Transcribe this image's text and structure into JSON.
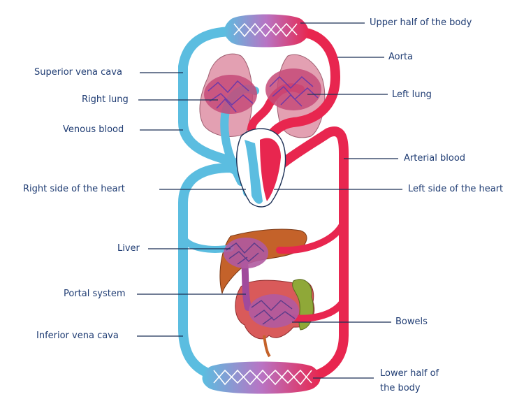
{
  "diagram": {
    "labels": {
      "upper_body": "Upper half of the body",
      "aorta": "Aorta",
      "superior_vena_cava": "Superior vena cava",
      "right_lung": "Right lung",
      "left_lung": "Left lung",
      "venous_blood": "Venous blood",
      "arterial_blood": "Arterial blood",
      "right_heart": "Right side of the heart",
      "left_heart": "Left side of the heart",
      "liver": "Liver",
      "portal_system": "Portal system",
      "bowels": "Bowels",
      "inferior_vena_cava": "Inferior vena cava",
      "lower_body_line1": "Lower half of",
      "lower_body_line2": "the body"
    },
    "colors": {
      "venous": "#5bbde0",
      "arterial": "#e8264f",
      "mixed": "#a04a9c",
      "lung": "#e3a0b2",
      "liver": "#c4622a",
      "bowel": "#8fa838",
      "label_text": "#1f3c73",
      "leader_line": "#1b2f55"
    }
  }
}
